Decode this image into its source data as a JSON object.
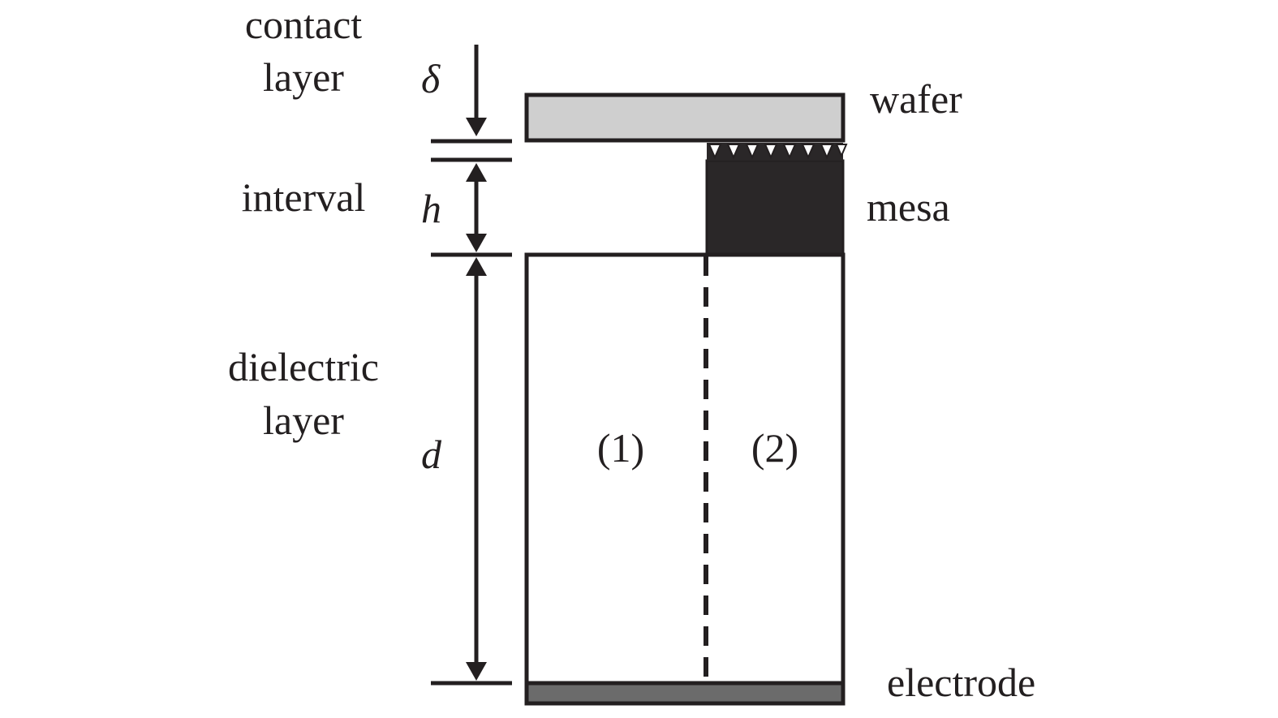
{
  "labels": {
    "contact_layer_line1": "contact",
    "contact_layer_line2": "layer",
    "interval": "interval",
    "dielectric_layer_line1": "dielectric",
    "dielectric_layer_line2": "layer",
    "wafer": "wafer",
    "mesa": "mesa",
    "electrode": "electrode",
    "region_1": "(1)",
    "region_2": "(2)"
  },
  "symbols": {
    "delta": "δ",
    "h": "h",
    "d": "d"
  },
  "colors": {
    "stroke": "#231f20",
    "wafer_fill": "#cfcfcf",
    "mesa_fill": "#2a2728",
    "electrode_fill": "#6b6b6b",
    "background": "#ffffff"
  }
}
